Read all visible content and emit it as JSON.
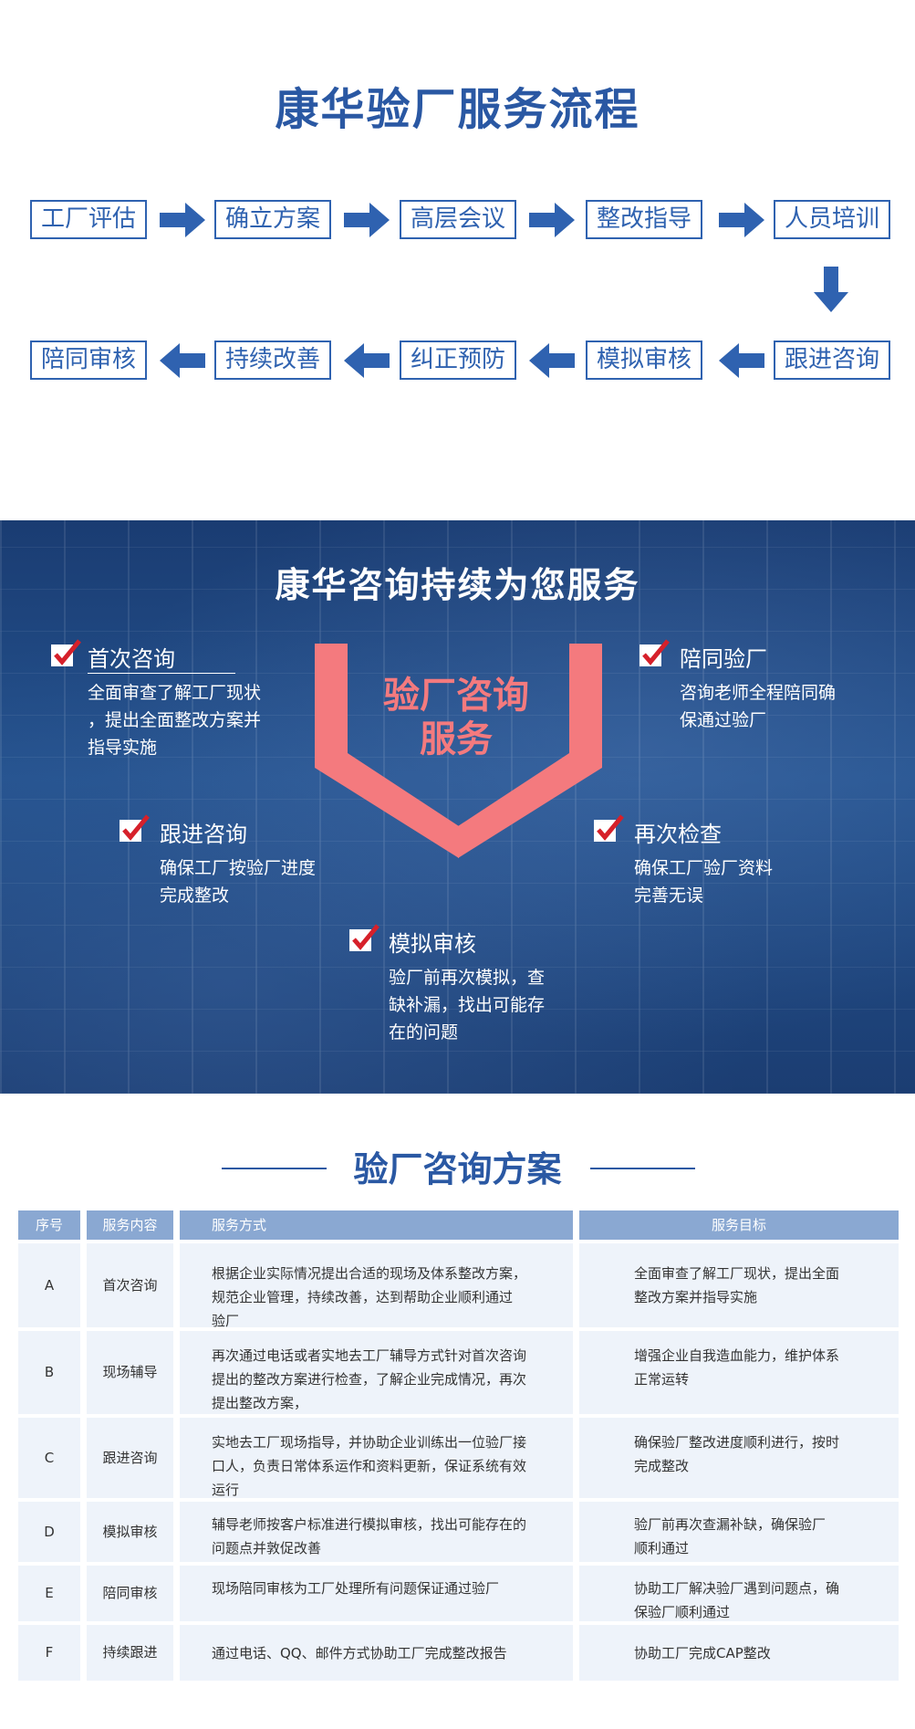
{
  "flow": {
    "title": "康华验厂服务流程",
    "row1": [
      "工厂评估",
      "确立方案",
      "高层会议",
      "整改指导",
      "人员培训"
    ],
    "row2": [
      "陪同审核",
      "持续改善",
      "纠正预防",
      "模拟审核",
      "跟进咨询"
    ]
  },
  "services": {
    "title": "康华咨询持续为您服务",
    "center": [
      "验厂咨询",
      "服务"
    ],
    "items": [
      {
        "title": "首次咨询",
        "desc": [
          "全面审查了解工厂现状",
          "，提出全面整改方案并",
          "指导实施"
        ]
      },
      {
        "title": "陪同验厂",
        "desc": [
          "咨询老师全程陪同确",
          "保通过验厂"
        ]
      },
      {
        "title": "跟进咨询",
        "desc": [
          "确保工厂按验厂进度",
          "完成整改"
        ]
      },
      {
        "title": "再次检查",
        "desc": [
          "确保工厂验厂资料",
          "完善无误"
        ]
      },
      {
        "title": "模拟审核",
        "desc": [
          "验厂前再次模拟，查",
          "缺补漏，找出可能存",
          "在的问题"
        ]
      }
    ],
    "colors": {
      "accent": "#f47a7e",
      "check": "#d6202a"
    }
  },
  "plan": {
    "title": "验厂咨询方案",
    "headers": [
      "序号",
      "服务内容",
      "服务方式",
      "服务目标"
    ],
    "rows": [
      {
        "id": "A",
        "content": "首次咨询",
        "method": [
          "根据企业实际情况提出合适的现场及体系整改方案，",
          "规范企业管理，持续改善，达到帮助企业顺利通过",
          "验厂"
        ],
        "goal": [
          "全面审查了解工厂现状，提出全面",
          "整改方案并指导实施"
        ]
      },
      {
        "id": "B",
        "content": "现场辅导",
        "method": [
          "再次通过电话或者实地去工厂辅导方式针对首次咨询",
          "提出的整改方案进行检查，了解企业完成情况，再次",
          "提出整改方案，"
        ],
        "goal": [
          "增强企业自我造血能力，维护体系",
          "正常运转"
        ]
      },
      {
        "id": "C",
        "content": "跟进咨询",
        "method": [
          "实地去工厂现场指导，并协助企业训练出一位验厂接",
          "口人，负责日常体系运作和资料更新，保证系统有效",
          "运行"
        ],
        "goal": [
          "确保验厂整改进度顺利进行，按时",
          "完成整改"
        ]
      },
      {
        "id": "D",
        "content": "模拟审核",
        "method": [
          "辅导老师按客户标准进行模拟审核，找出可能存在的",
          "问题点并敦促改善"
        ],
        "goal": [
          "验厂前再次查漏补缺，确保验厂",
          "顺利通过"
        ]
      },
      {
        "id": "E",
        "content": "陪同审核",
        "method": [
          "现场陪同审核为工厂处理所有问题保证通过验厂"
        ],
        "goal": [
          "协助工厂解决验厂遇到问题点，确",
          "保验厂顺利通过"
        ]
      },
      {
        "id": "F",
        "content": "持续跟进",
        "method": [
          "通过电话、QQ、邮件方式协助工厂完成整改报告"
        ],
        "goal": [
          "协助工厂完成CAP整改"
        ]
      }
    ]
  }
}
